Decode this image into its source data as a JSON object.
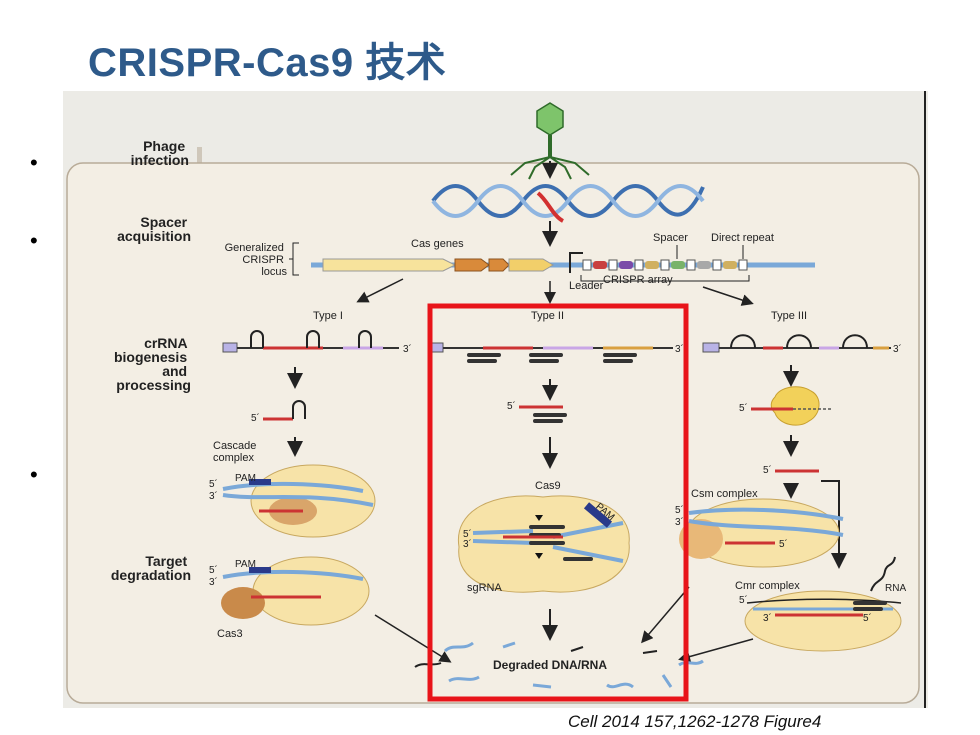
{
  "slide": {
    "title": "CRISPR-Cas9 技术",
    "bullets": [
      "•",
      "•",
      "•"
    ],
    "caption": "Cell 2014 157,1262-1278   Figure4"
  },
  "figure": {
    "row_labels": {
      "phage": [
        "Phage",
        "infection"
      ],
      "spacer": [
        "Spacer",
        "acquisition"
      ],
      "crrna": [
        "crRNA",
        "biogenesis",
        "and",
        "processing"
      ],
      "target": [
        "Target",
        "degradation"
      ]
    },
    "locus_label": [
      "Generalized",
      "CRISPR",
      "locus"
    ],
    "cas_genes": "Cas genes",
    "spacer": "Spacer",
    "direct_repeat": "Direct repeat",
    "crispr_array": "CRISPR array",
    "leader": "Leader",
    "type1": "Type I",
    "type2": "Type II",
    "type3": "Type III",
    "cascade": [
      "Cascade",
      "complex"
    ],
    "cas9": "Cas9",
    "csm": "Csm complex",
    "cmr": "Cmr complex",
    "pam": "PAM",
    "sgrna": "sgRNA",
    "cas3": "Cas3",
    "rna": "RNA",
    "degraded": "Degraded DNA/RNA",
    "five": "5´",
    "three": "3´"
  },
  "colors": {
    "title": "#2e5a8a",
    "highlight_box": "#e8141a",
    "panel_bg": "#f3eee4",
    "dna_blue": "#7aa8d8",
    "cas_yellow": "#f7e39c",
    "cas_orange": "#d98a3a"
  }
}
